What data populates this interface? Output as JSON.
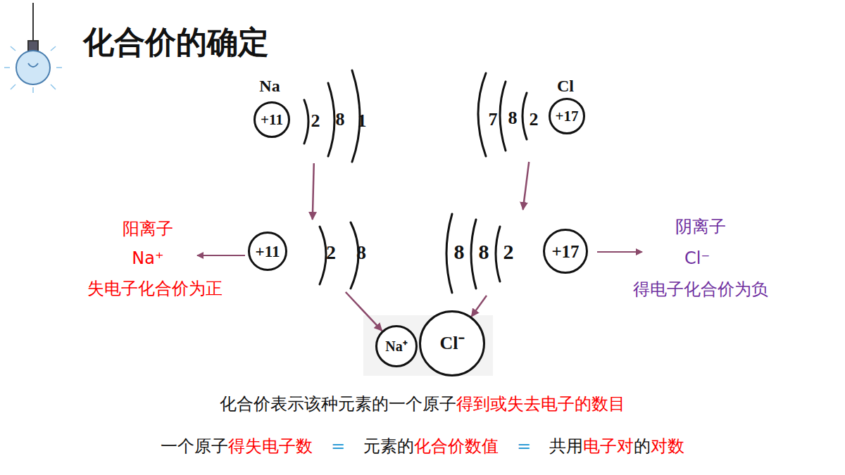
{
  "diagram": {
    "title": "化合价的确定",
    "nodes": [
      {
        "text": [
          "Na",
          "2",
          "8",
          "1"
        ]
      },
      {
        "text": [
          "+11"
        ],
        "in": 0
      },
      {
        "text": [
          "Cl",
          "7",
          "8",
          "2"
        ]
      },
      {
        "text": [
          "+17"
        ],
        "in": 2
      },
      {
        "text": [
          "2",
          "8"
        ]
      },
      {
        "text": [
          "+11"
        ],
        "in": 4
      },
      {
        "text": [
          "8",
          "8",
          "2"
        ]
      },
      {
        "text": [
          "+17"
        ],
        "in": 6
      },
      {
        "text": [
          "Na⁺"
        ]
      },
      {
        "text": [
          "Cl⁻"
        ]
      }
    ],
    "edges": [
      {
        "from": 0,
        "to": 4,
        "arrow": "to"
      },
      {
        "from": 2,
        "to": 6,
        "arrow": "to"
      },
      {
        "from": 4,
        "to": 8,
        "arrow": "to"
      },
      {
        "from": 6,
        "to": 9,
        "arrow": "to"
      }
    ],
    "labels": [
      "阳离子",
      "Na⁺",
      "失电子化合价为正",
      "阴离子",
      "Cl⁻",
      "得电子化合价为负",
      "化合价表示该种元素的一个原子",
      "得到或失去电子的数目",
      "一个原子",
      "得失电子数",
      "=",
      "元素的",
      "化合价数值",
      "=",
      "共用",
      "电子对",
      "的",
      "对数"
    ]
  }
}
